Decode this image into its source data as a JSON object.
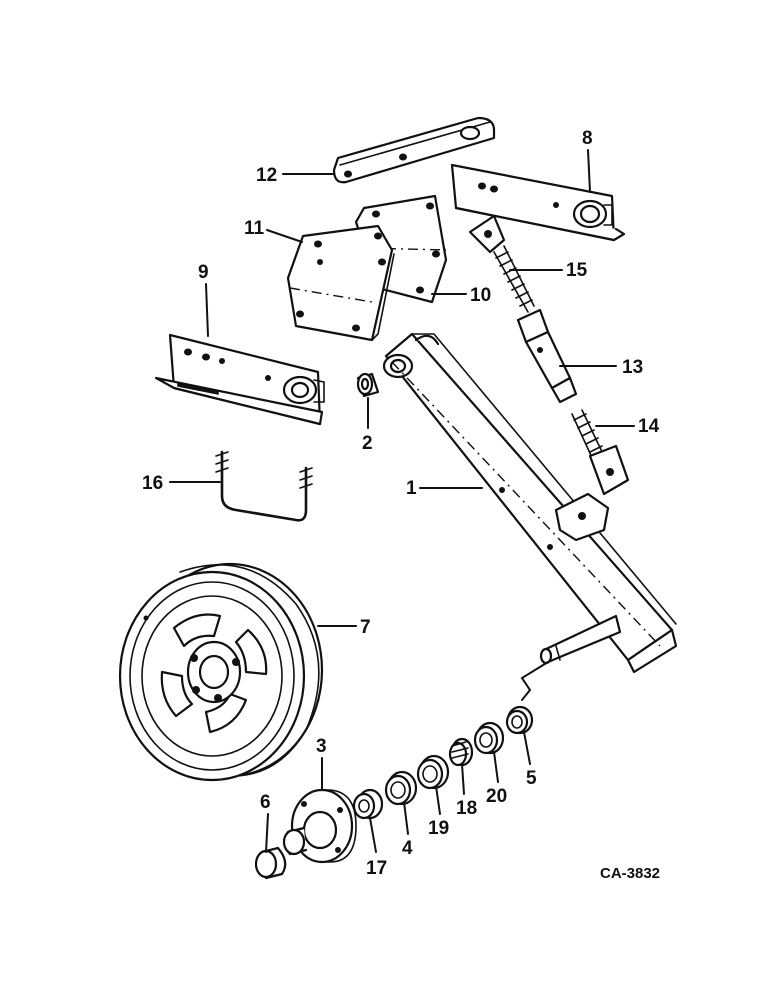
{
  "callouts": {
    "c1": "1",
    "c2": "2",
    "c3": "3",
    "c4": "4",
    "c5": "5",
    "c6": "6",
    "c7": "7",
    "c8": "8",
    "c9": "9",
    "c10": "10",
    "c11": "11",
    "c12": "12",
    "c13": "13",
    "c14": "14",
    "c15": "15",
    "c16": "16",
    "c17": "17",
    "c18": "18",
    "c19": "19",
    "c20": "20"
  },
  "drawing_code": "CA-3832",
  "colors": {
    "ink": "#111111",
    "paper": "#ffffff"
  }
}
